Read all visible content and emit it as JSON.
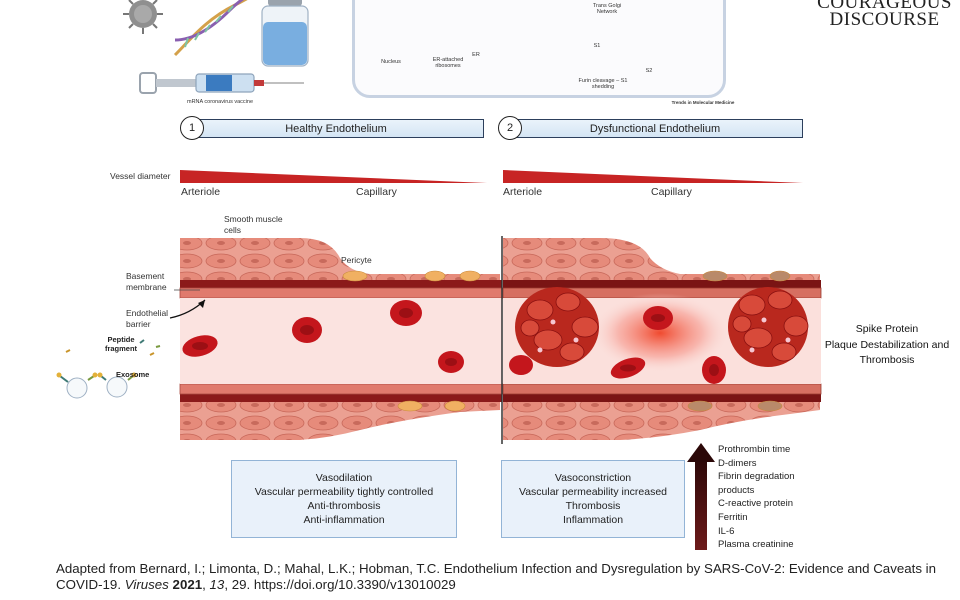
{
  "top": {
    "vaccine_caption": "mRNA coronavirus vaccine",
    "nucleus_label": "Nucleus",
    "er_label": "ER-attached ribosomes",
    "er_short": "ER",
    "golgi_label": "Trans Golgi Network",
    "furin_label": "Furin cleavage – S1 shedding",
    "s1_label": "S1",
    "s2_label": "S2",
    "journal_credit": "Trends in Molecular Medicine",
    "brand_line1": "COURAGEOUS",
    "brand_line2": "DISCOURSE"
  },
  "panels": [
    {
      "number": "1",
      "title": "Healthy Endothelium"
    },
    {
      "number": "2",
      "title": "Dysfunctional Endothelium"
    }
  ],
  "diagram": {
    "vessel_diameter_label": "Vessel diameter",
    "arteriole_label": "Arteriole",
    "capillary_label": "Capillary",
    "smooth_muscle_label": "Smooth muscle cells",
    "pericyte_label": "Pericyte",
    "basement_label": "Basement membrane",
    "endothelial_label": "Endothelial barrier",
    "peptide_label": "Peptide fragment",
    "exosome_label": "Exosome",
    "right_note": [
      "Spike Protein",
      "Plaque Destabilization and",
      "Thrombosis"
    ]
  },
  "healthy_box": [
    "Vasodilation",
    "Vascular permeability tightly controlled",
    "Anti-thrombosis",
    "Anti-inflammation"
  ],
  "dysfunctional_box": [
    "Vasoconstriction",
    "Vascular permeability increased",
    "Thrombosis",
    "Inflammation"
  ],
  "markers": [
    "Prothrombin time",
    "D-dimers",
    "Fibrin degradation",
    "products",
    "C-reactive protein",
    "Ferritin",
    "IL-6",
    "Plasma creatinine"
  ],
  "citation": {
    "text": "Adapted from Bernard, I.; Limonta, D.; Mahal, L.K.; Hobman, T.C. Endothelium Infection and Dysregulation by SARS-CoV-2: Evidence and Caveats in COVID-19.",
    "journal": "Viruses",
    "year": "2021",
    "volume": "13",
    "pages": "29.",
    "doi": "https://doi.org/10.3390/v13010029"
  },
  "colors": {
    "vessel_wall": "#8b1a1a",
    "lumen": "#fbe3e0",
    "muscle": "#e98f80",
    "rbc": "#c4161c",
    "header_border": "#2c3f5c",
    "box_fill": "#e9f1fa",
    "arrow": "#4a1010"
  }
}
